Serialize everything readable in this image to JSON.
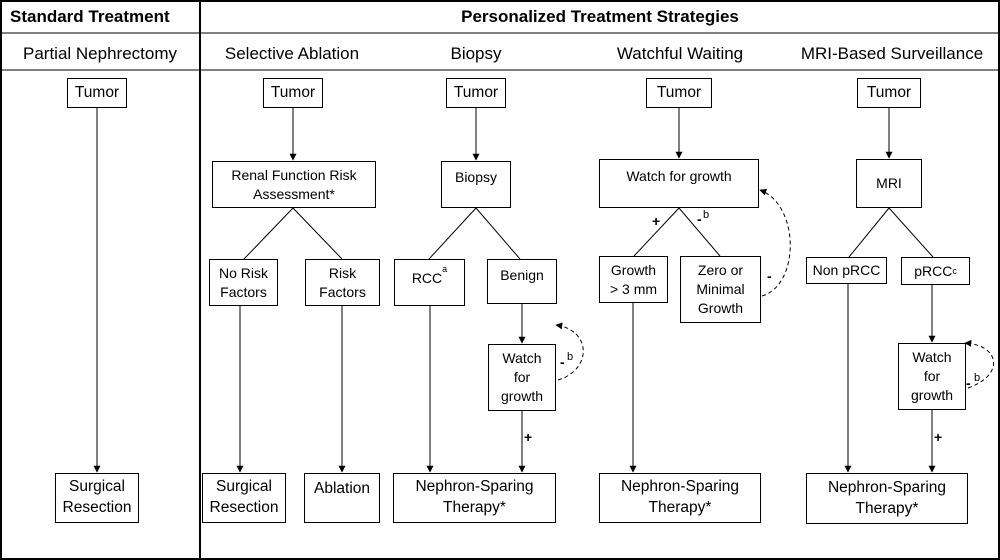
{
  "headers": {
    "standard": "Standard Treatment",
    "personalized": "Personalized Treatment Strategies"
  },
  "columns": {
    "partial_nephrectomy": "Partial Nephrectomy",
    "selective_ablation": "Selective Ablation",
    "biopsy": "Biopsy",
    "watchful_waiting": "Watchful Waiting",
    "mri_surveillance": "MRI-Based Surveillance"
  },
  "nodes": {
    "pn_tumor": "Tumor",
    "pn_surgical_resection": "Surgical\nResection",
    "sa_tumor": "Tumor",
    "sa_risk_assessment": "Renal Function Risk\nAssessment*",
    "sa_no_risk": "No Risk\nFactors",
    "sa_risk": "Risk\nFactors",
    "sa_surgical_resection": "Surgical\nResection",
    "sa_ablation": "Ablation",
    "bx_tumor": "Tumor",
    "bx_biopsy": "Biopsy",
    "bx_rcc": "RCC",
    "bx_rcc_sup": "a",
    "bx_benign": "Benign",
    "bx_watch": "Watch\nfor\ngrowth",
    "bx_nst": "Nephron-Sparing\nTherapy*",
    "ww_tumor": "Tumor",
    "ww_watch": "Watch for growth",
    "ww_growth": "Growth\n> 3 mm",
    "ww_minimal": "Zero or\nMinimal\nGrowth",
    "ww_nst": "Nephron-Sparing\nTherapy*",
    "mri_tumor": "Tumor",
    "mri_mri": "MRI",
    "mri_non_prcc": "Non pRCC",
    "mri_prcc": "pRCC",
    "mri_prcc_sup": "c",
    "mri_watch": "Watch\nfor\ngrowth",
    "mri_nst": "Nephron-Sparing\nTherapy*"
  },
  "edge_labels": {
    "bx_minus": "-",
    "bx_b": "b",
    "bx_plus": "+",
    "ww_plus": "+",
    "ww_minus": "-",
    "ww_b": "b",
    "ww_loop_minus": "-",
    "mri_minus": "-",
    "mri_b": "b",
    "mri_plus": "+"
  }
}
